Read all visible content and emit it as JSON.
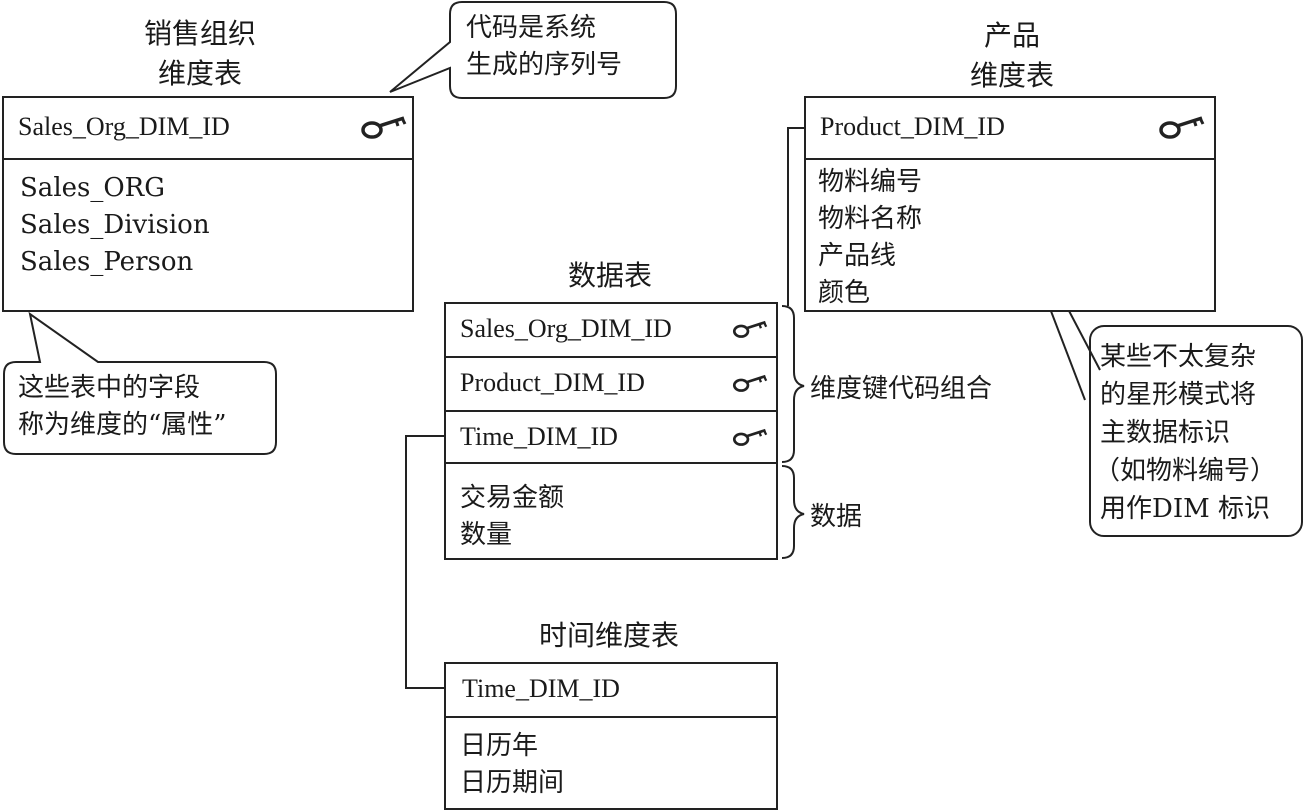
{
  "sales_org_table": {
    "title_line1": "销售组织",
    "title_line2": "维度表",
    "key": "Sales_Org_DIM_ID",
    "attributes": [
      "Sales_ORG",
      "Sales_Division",
      "Sales_Person"
    ]
  },
  "product_table": {
    "title_line1": "产品",
    "title_line2": "维度表",
    "key": "Product_DIM_ID",
    "attributes": [
      "物料编号",
      "物料名称",
      "产品线",
      "颜色"
    ]
  },
  "fact_table": {
    "title": "数据表",
    "keys": [
      "Sales_Org_DIM_ID",
      "Product_DIM_ID",
      "Time_DIM_ID"
    ],
    "measures": [
      "交易金额",
      "数量"
    ]
  },
  "time_table": {
    "title": "时间维度表",
    "key": "Time_DIM_ID",
    "attributes": [
      "日历年",
      "日历期间"
    ]
  },
  "callouts": {
    "system_code": [
      "代码是系统",
      "生成的序列号"
    ],
    "attributes_note": [
      "这些表中的字段",
      "称为维度的“属性”"
    ],
    "star_schema_note": [
      "某些不太复杂",
      "的星形模式将",
      "主数据标识",
      "（如物料编号）",
      "用作DIM 标识"
    ]
  },
  "brace_labels": {
    "keys_combo": "维度键代码组合",
    "data": "数据"
  },
  "icons": {
    "key": "key-icon"
  }
}
